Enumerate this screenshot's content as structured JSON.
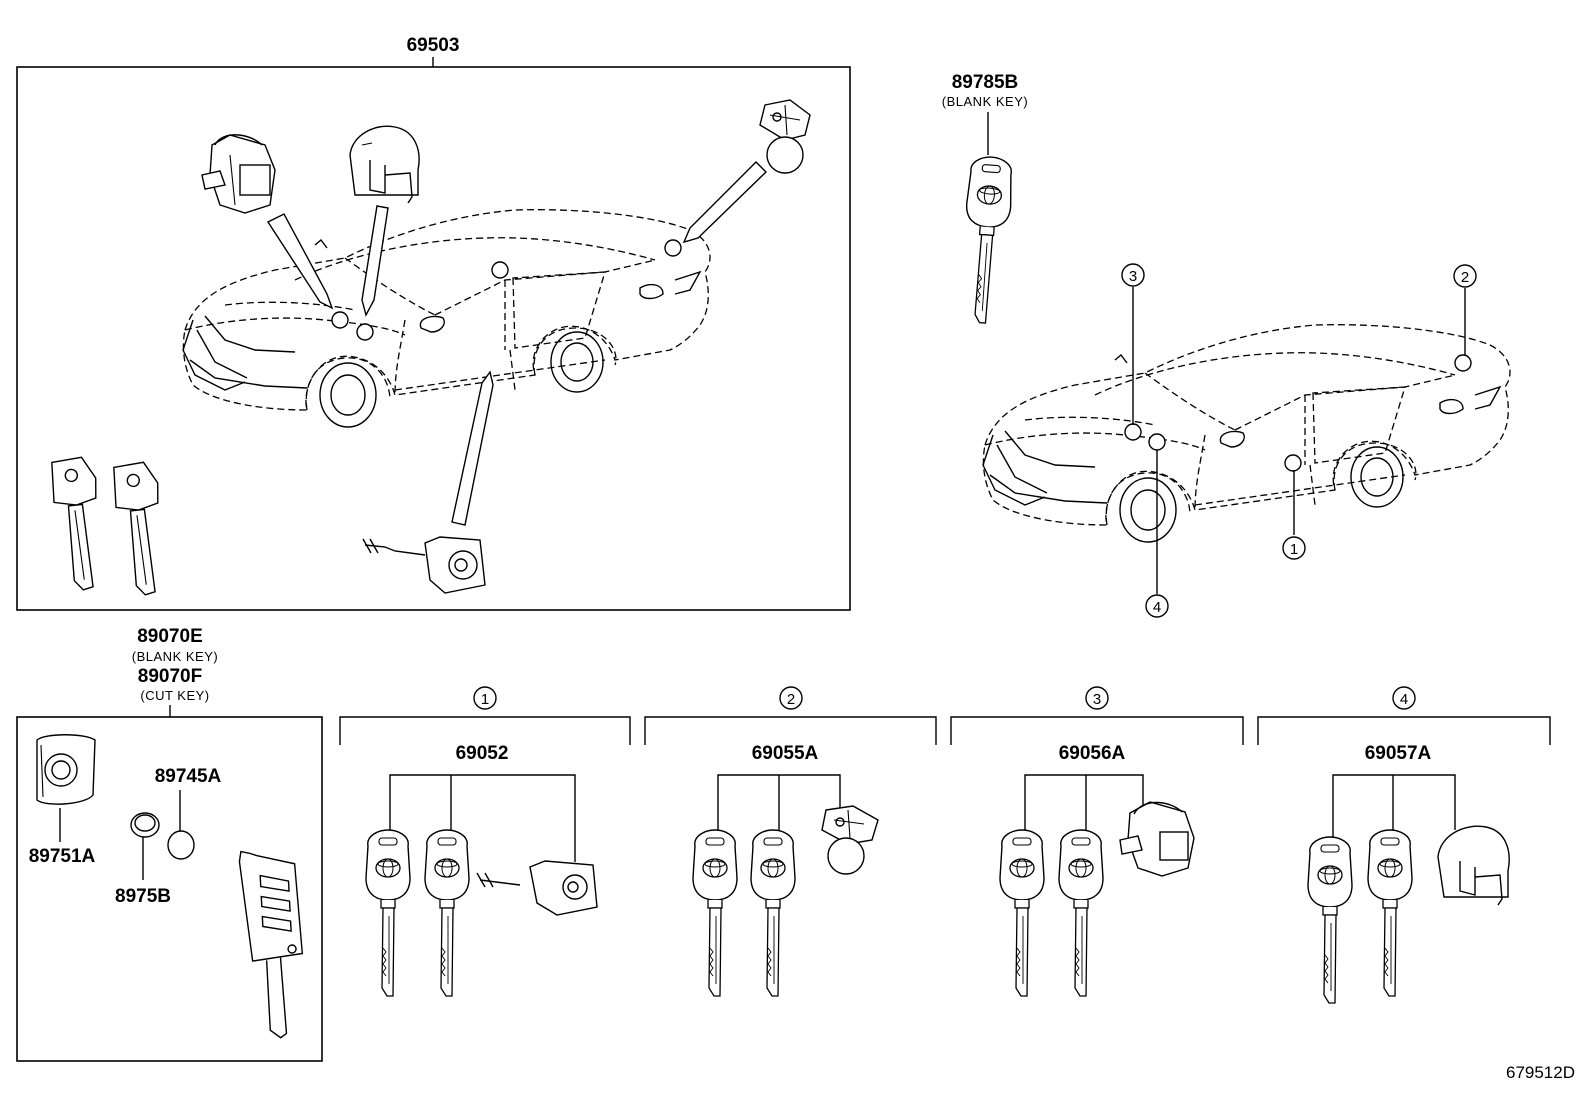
{
  "assembly": {
    "part_no": "69503"
  },
  "blank_key_top": {
    "part_no": "89785B",
    "note": "(BLANK KEY)"
  },
  "key_set": {
    "part_no_1": "89070E",
    "note_1": "(BLANK KEY)",
    "part_no_2": "89070F",
    "note_2": "(CUT KEY)"
  },
  "key_parts": {
    "cover": "89751A",
    "battery": "89745A",
    "spacer": "8975B"
  },
  "sets": [
    {
      "marker": "1",
      "part_no": "69052"
    },
    {
      "marker": "2",
      "part_no": "69055A"
    },
    {
      "marker": "3",
      "part_no": "69056A"
    },
    {
      "marker": "4",
      "part_no": "69057A"
    }
  ],
  "car_markers": [
    "1",
    "2",
    "3",
    "4"
  ],
  "drawing_id": "679512D"
}
